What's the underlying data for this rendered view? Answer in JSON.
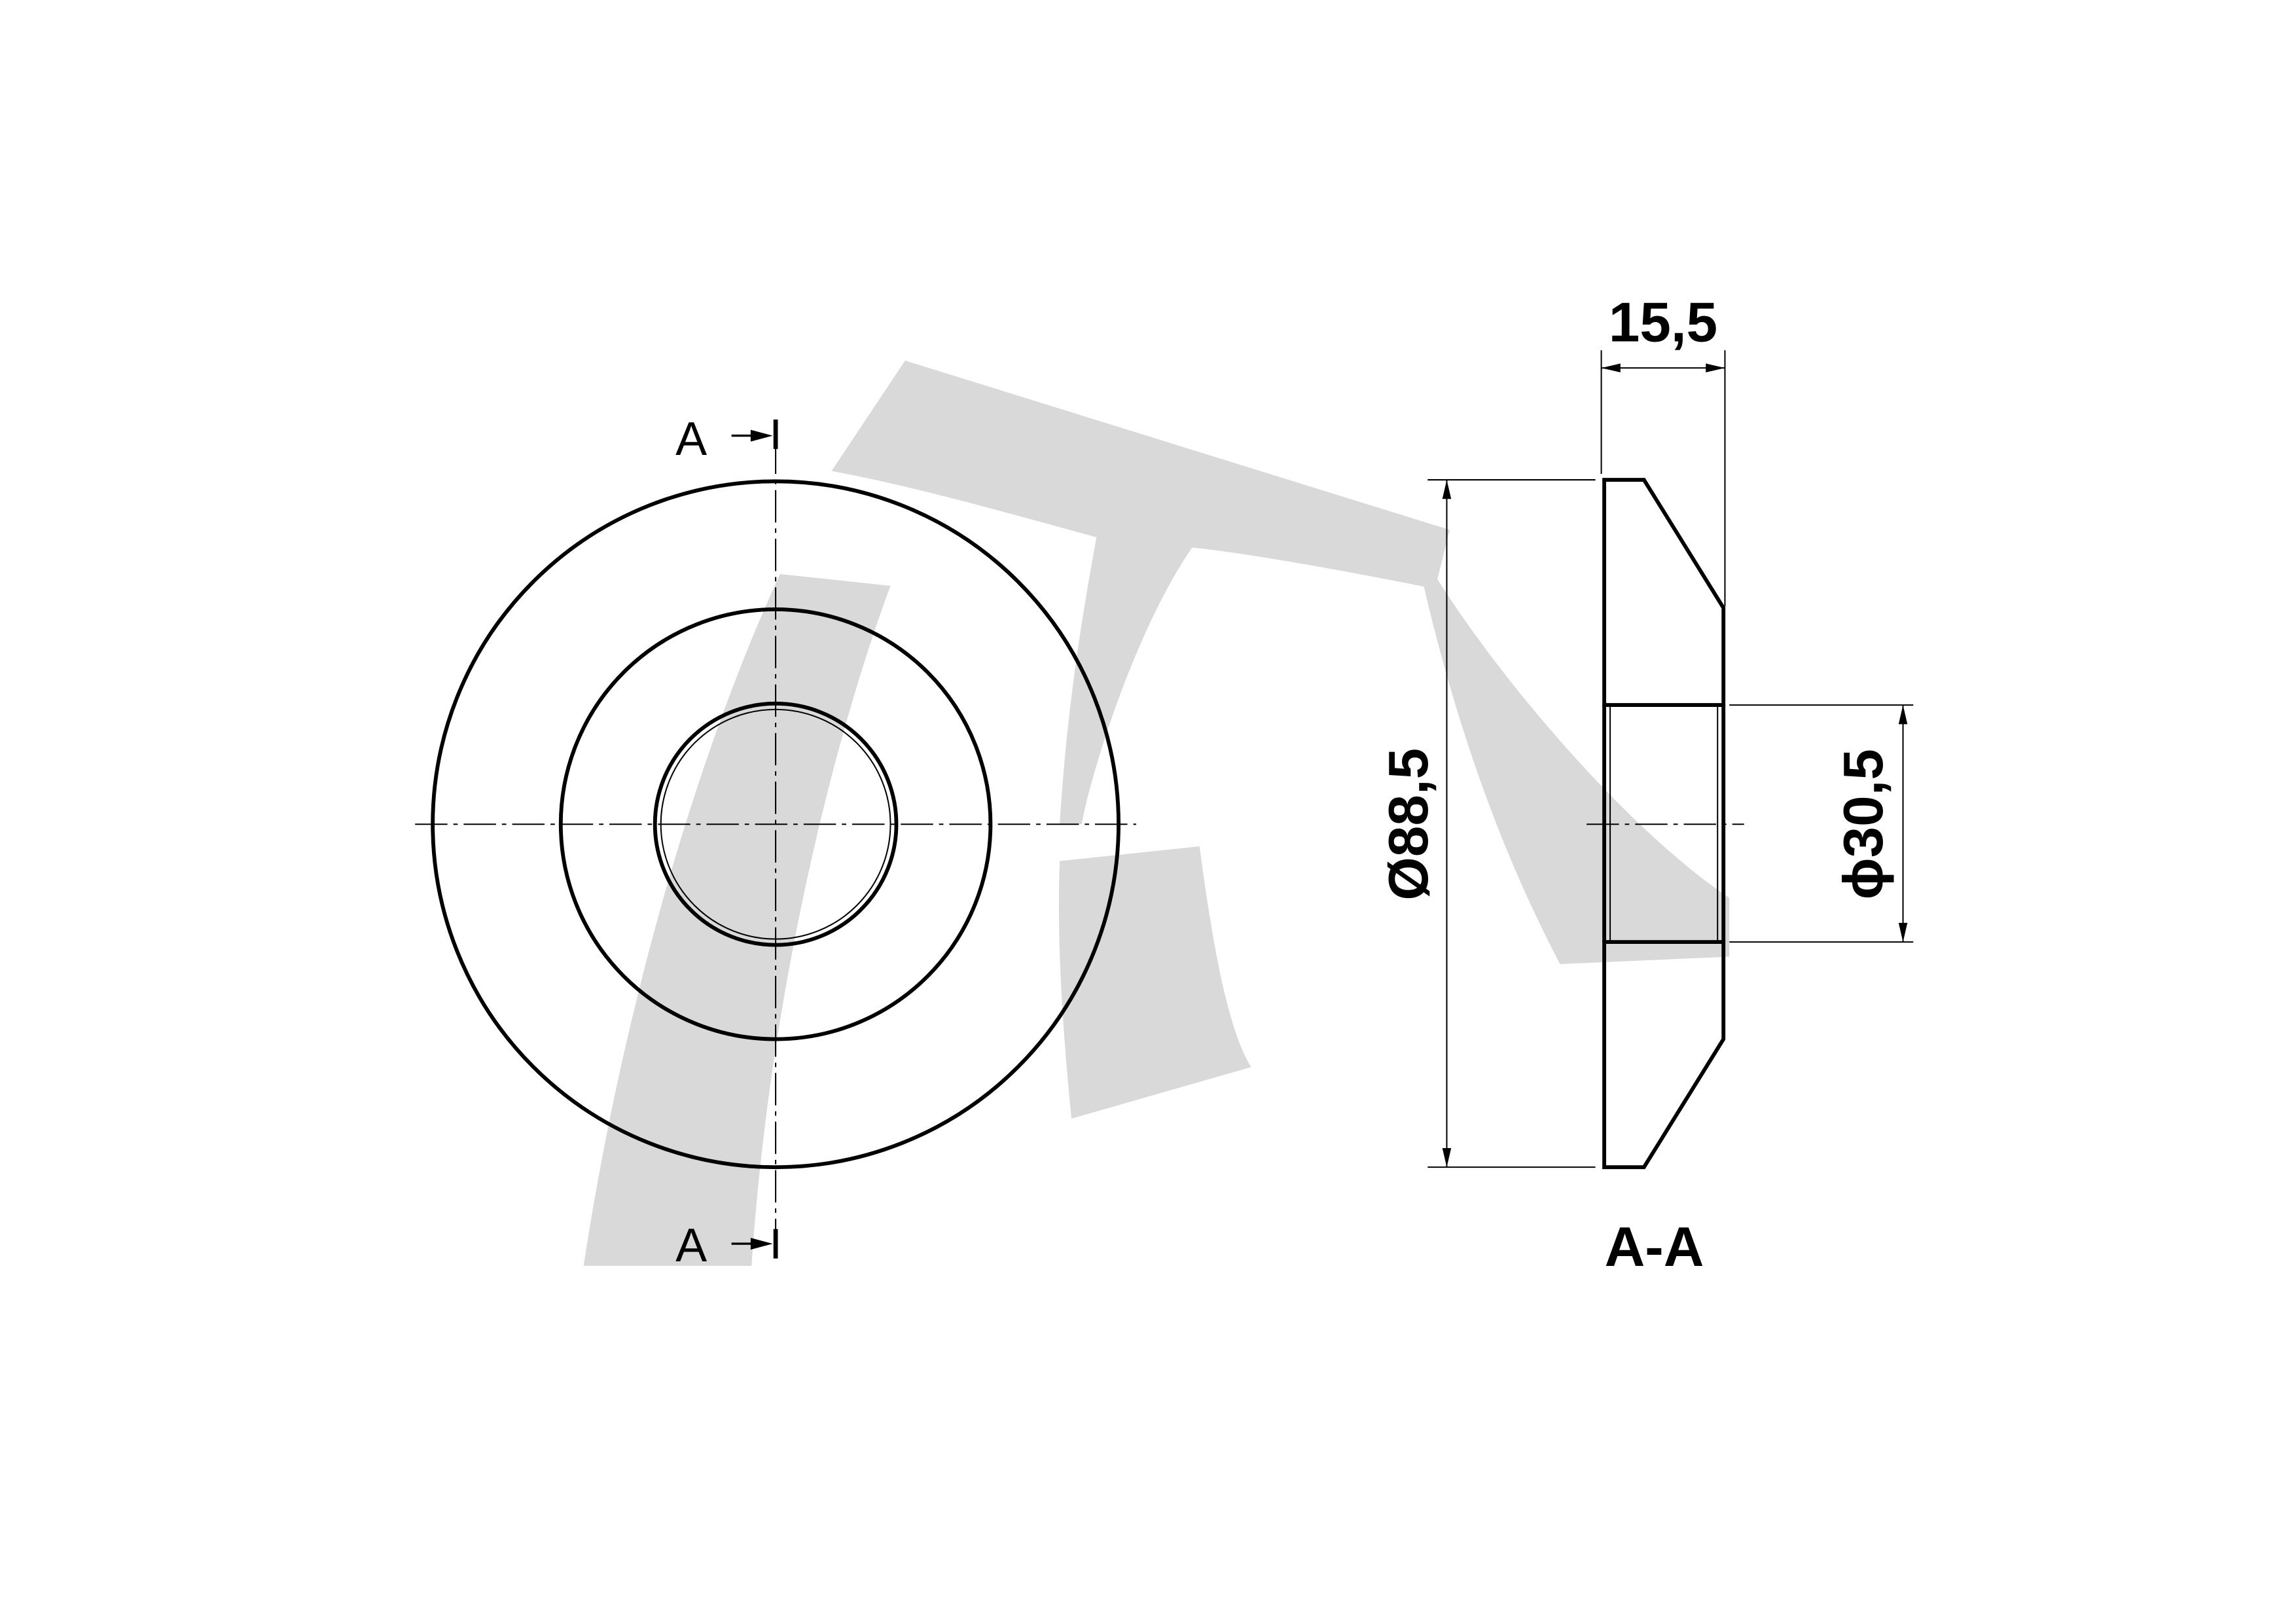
{
  "drawing": {
    "section_marker_top": "A",
    "section_marker_bottom": "A",
    "section_title": "A-A",
    "dimensions": {
      "thickness": "15,5",
      "outer_diameter": "Ø88,5",
      "inner_diameter": "ϕ30,5"
    },
    "watermark_color": "#d9d9d9",
    "line_color": "#000000"
  }
}
